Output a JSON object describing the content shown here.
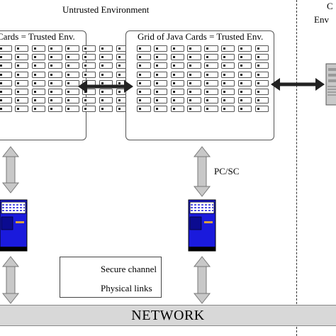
{
  "untrusted_title": "Untrusted Environment",
  "client_title_line1": "C",
  "client_title_line2": "Env",
  "grid_left_label": "Cards = Trusted Env.",
  "grid_right_label": "Grid of Java Cards = Trusted Env.",
  "link_label": "PC/SC",
  "legend": {
    "secure": "Secure channel",
    "physical": "Physical links"
  },
  "network_label": "NETWORK",
  "colors": {
    "server_blue": "#1a1adc",
    "secure_arrow": "#222222",
    "physical_arrow": "#bdbdbd",
    "network_bar": "#d8d8d8"
  },
  "icons": [
    "server-tower-icon",
    "client-computer-icon",
    "java-card-icon"
  ]
}
